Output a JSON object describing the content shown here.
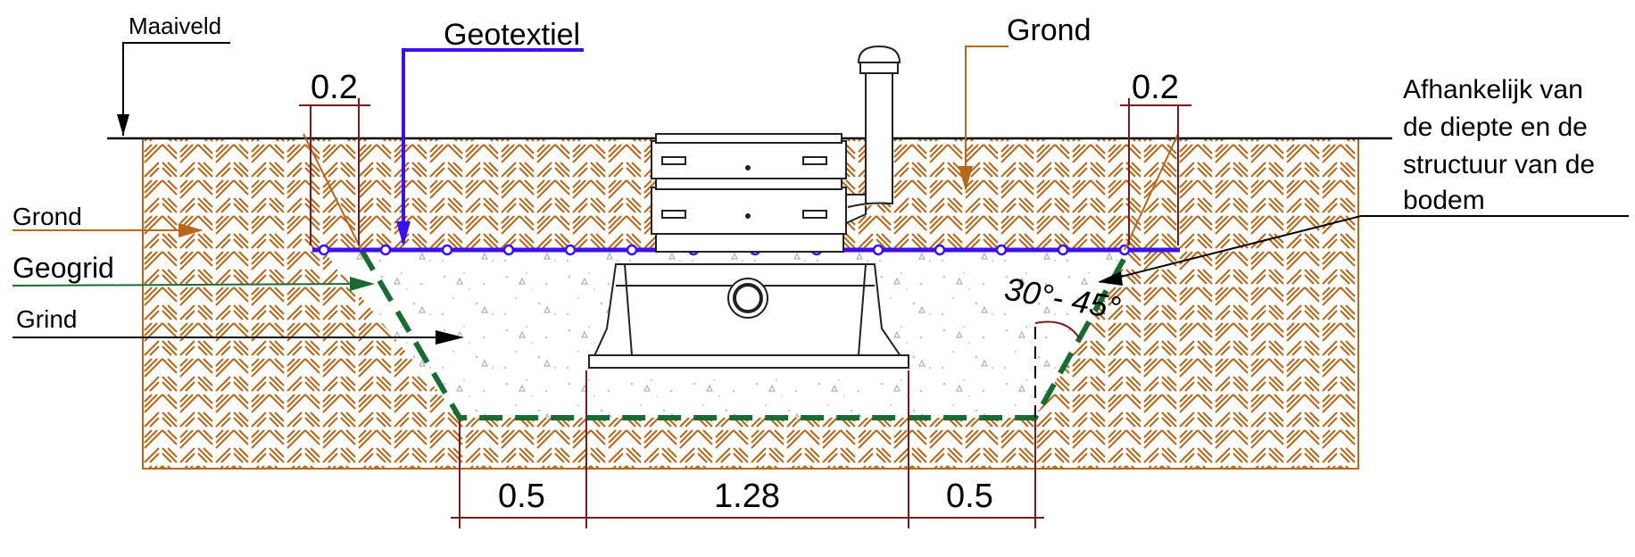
{
  "labels": {
    "maaiveld": "Maaiveld",
    "geotextiel": "Geotextiel",
    "grond_top": "Grond",
    "grond_left": "Grond",
    "geogrid": "Geogrid",
    "grind": "Grind",
    "note_line1": "Afhankelijk van",
    "note_line2": "de diepte en de",
    "note_line3": "structuur van de",
    "note_line4": "bodem",
    "angle": "30°- 45°"
  },
  "dimensions": {
    "left_margin": "0.2",
    "right_margin": "0.2",
    "base_left": "0.5",
    "base_center": "1.28",
    "base_right": "0.5"
  },
  "colors": {
    "soil_hatch": "#b8661a",
    "geotextile": "#3a10f0",
    "geogrid": "#1a6b33",
    "dimension": "#7a1a1a",
    "grond_label": "#b8661a"
  }
}
